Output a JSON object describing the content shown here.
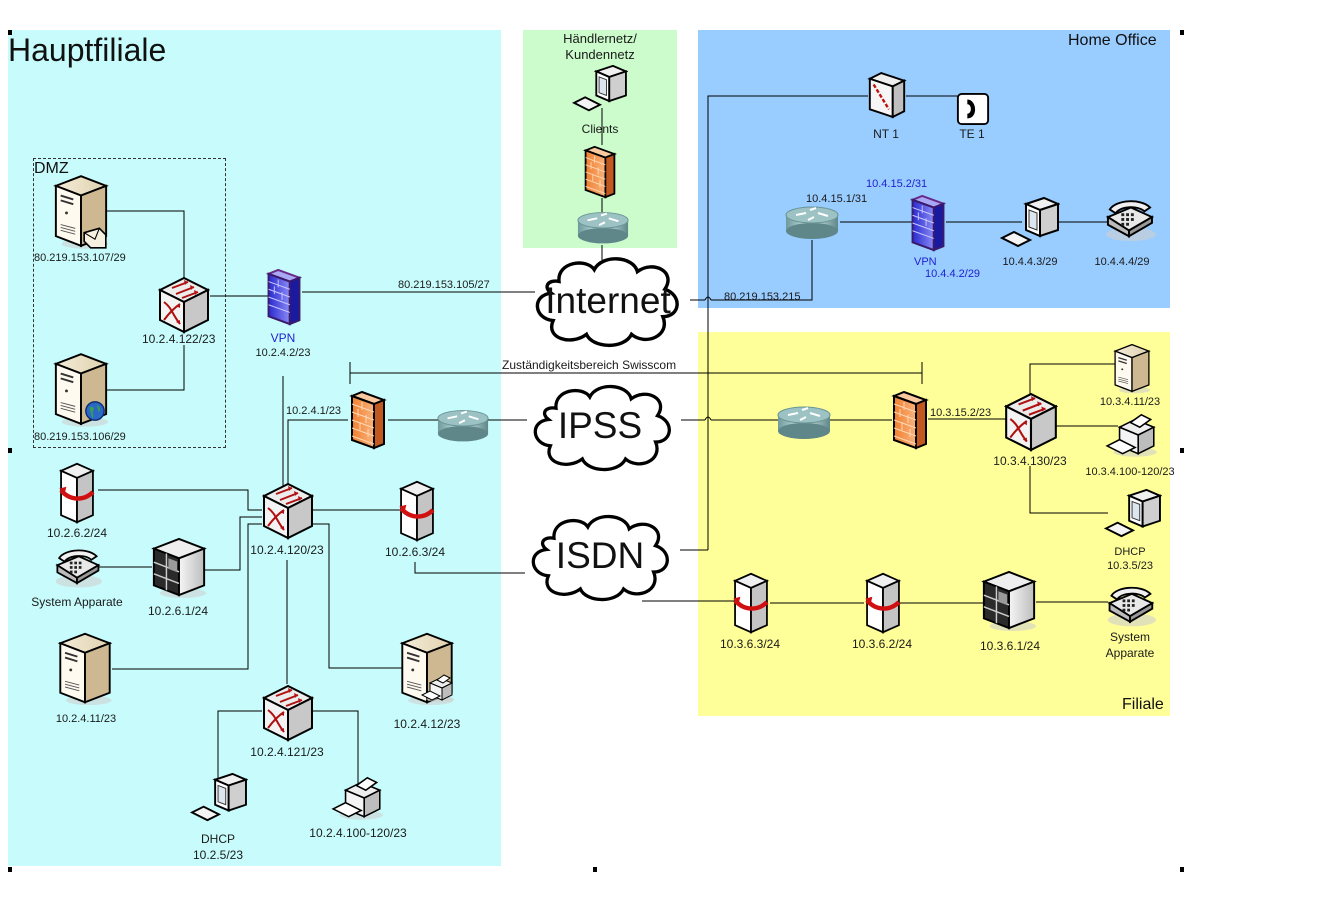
{
  "regions": {
    "hauptfiliale": {
      "title": "Hauptfiliale",
      "color": "#c8fcfc"
    },
    "dmz": {
      "title": "DMZ"
    },
    "haendlernetz": {
      "title_line1": "Händlernetz/",
      "title_line2": "Kundennetz",
      "color": "#ccfccc"
    },
    "home_office": {
      "title": "Home Office",
      "color": "#99ccff"
    },
    "filiale": {
      "title": "Filiale",
      "color": "#ffff99"
    }
  },
  "clouds": {
    "internet": "Internet",
    "ipss": "IPSS",
    "isdn": "ISDN"
  },
  "swisscom_boundary": "Zuständigkeitsbereich Swisscom",
  "hauptfiliale": {
    "mail_server": "80.219.153.107/29",
    "web_server": "80.219.153.106/29",
    "dmz_switch": "10.2.4.122/23",
    "vpn_label": "VPN",
    "vpn_ip": "10.2.4.2/23",
    "vpn_wan": "80.219.153.105/27",
    "firewall_ip": "10.2.4.1/23",
    "core_switch": "10.2.4.120/23",
    "voice_gw_left": "10.2.6.2/24",
    "voice_gw_right": "10.2.6.3/24",
    "pbx": "10.2.6.1/24",
    "system_phones": "System Apparate",
    "file_server": "10.2.4.11/23",
    "print_server": "10.2.4.12/23",
    "access_switch": "10.2.4.121/23",
    "dhcp_label": "DHCP",
    "dhcp_range": "10.2.5/23",
    "printers": "10.2.4.100-120/23"
  },
  "haendlernetz": {
    "clients": "Clients"
  },
  "home_office": {
    "nt1": "NT 1",
    "te1": "TE 1",
    "router_ip": "10.4.15.1/31",
    "vpn_wan_ip": "10.4.15.2/31",
    "vpn_label": "VPN",
    "vpn_lan_ip": "10.4.4.2/29",
    "pc": "10.4.4.3/29",
    "phone": "10.4.4.4/29",
    "public_ip": "80.219.153.215"
  },
  "filiale": {
    "firewall_ip": "10.3.15.2/23",
    "switch": "10.3.4.130/23",
    "server": "10.3.4.11/23",
    "printers": "10.3.4.100-120/23",
    "dhcp_label": "DHCP",
    "dhcp_range": "10.3.5/23",
    "voice_gw_1": "10.3.6.3/24",
    "voice_gw_2": "10.3.6.2/24",
    "pbx": "10.3.6.1/24",
    "system_phones_line1": "System",
    "system_phones_line2": "Apparate"
  }
}
